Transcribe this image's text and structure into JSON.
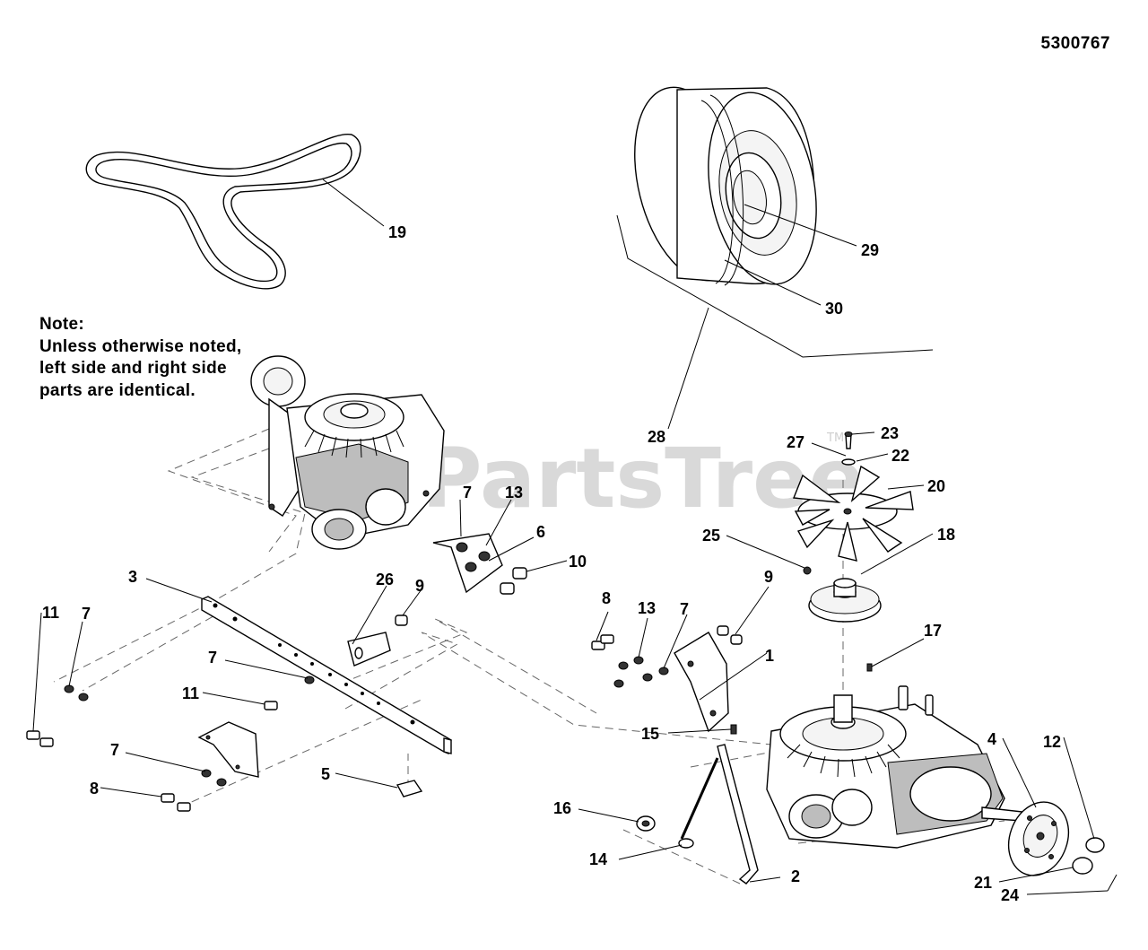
{
  "document": {
    "part_number": "5300767"
  },
  "note": {
    "lines": [
      "Note:",
      "Unless otherwise noted,",
      "left side and right side",
      "parts are identical."
    ]
  },
  "watermark": {
    "text": "PartsTree",
    "trademark": "TM"
  },
  "callouts": [
    {
      "id": "c19",
      "label": "19"
    },
    {
      "id": "c29",
      "label": "29"
    },
    {
      "id": "c30",
      "label": "30"
    },
    {
      "id": "c28",
      "label": "28"
    },
    {
      "id": "c23",
      "label": "23"
    },
    {
      "id": "c27",
      "label": "27"
    },
    {
      "id": "c22",
      "label": "22"
    },
    {
      "id": "c20",
      "label": "20"
    },
    {
      "id": "c25",
      "label": "25"
    },
    {
      "id": "c18",
      "label": "18"
    },
    {
      "id": "c7a",
      "label": "7"
    },
    {
      "id": "c13a",
      "label": "13"
    },
    {
      "id": "c6",
      "label": "6"
    },
    {
      "id": "c10",
      "label": "10"
    },
    {
      "id": "c3",
      "label": "3"
    },
    {
      "id": "c26",
      "label": "26"
    },
    {
      "id": "c9a",
      "label": "9"
    },
    {
      "id": "c11a",
      "label": "11"
    },
    {
      "id": "c7b",
      "label": "7"
    },
    {
      "id": "c7c",
      "label": "7"
    },
    {
      "id": "c11b",
      "label": "11"
    },
    {
      "id": "c7d",
      "label": "7"
    },
    {
      "id": "c8a",
      "label": "8"
    },
    {
      "id": "c5",
      "label": "5"
    },
    {
      "id": "c8b",
      "label": "8"
    },
    {
      "id": "c13b",
      "label": "13"
    },
    {
      "id": "c7e",
      "label": "7"
    },
    {
      "id": "c9b",
      "label": "9"
    },
    {
      "id": "c1",
      "label": "1"
    },
    {
      "id": "c17",
      "label": "17"
    },
    {
      "id": "c15",
      "label": "15"
    },
    {
      "id": "c4",
      "label": "4"
    },
    {
      "id": "c12",
      "label": "12"
    },
    {
      "id": "c16",
      "label": "16"
    },
    {
      "id": "c14",
      "label": "14"
    },
    {
      "id": "c2",
      "label": "2"
    },
    {
      "id": "c21",
      "label": "21"
    },
    {
      "id": "c24",
      "label": "24"
    }
  ]
}
